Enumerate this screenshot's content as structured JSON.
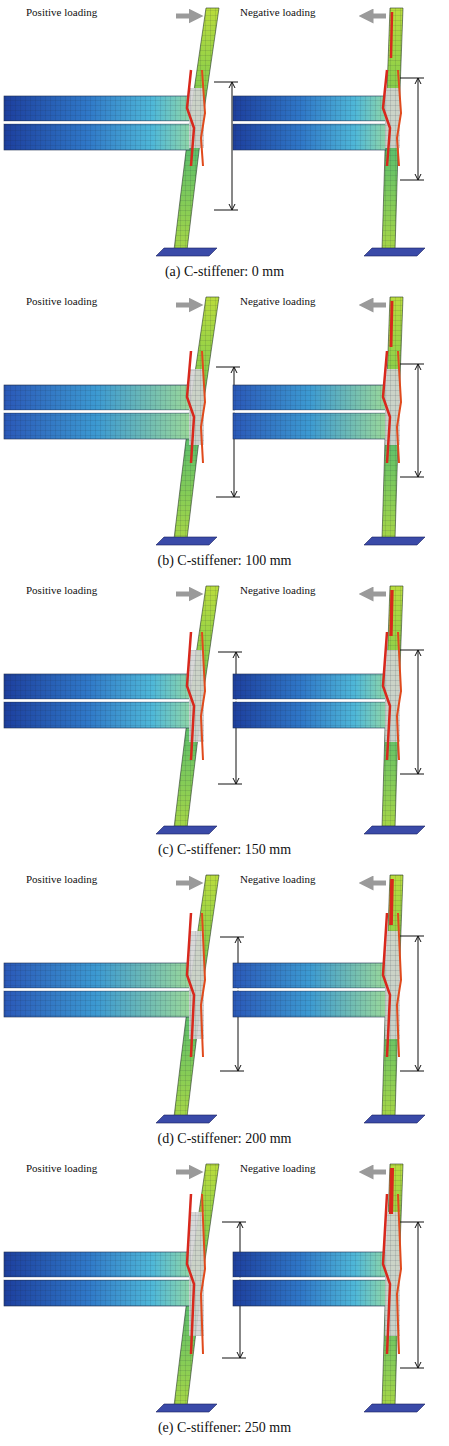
{
  "diagram": {
    "labels": [
      "Positive loading",
      "Negative loading",
      "(a) C-stiffener: 0 mm",
      "Positive loading",
      "Negative loading",
      "(b) C-stiffener: 100 mm",
      "Positive loading",
      "Negative loading",
      "(c) C-stiffener: 150 mm",
      "Positive loading",
      "Negative loading",
      "(d) C-stiffener: 200 mm",
      "Positive loading",
      "Negative loading",
      "(e) C-stiffener: 250 mm"
    ]
  }
}
